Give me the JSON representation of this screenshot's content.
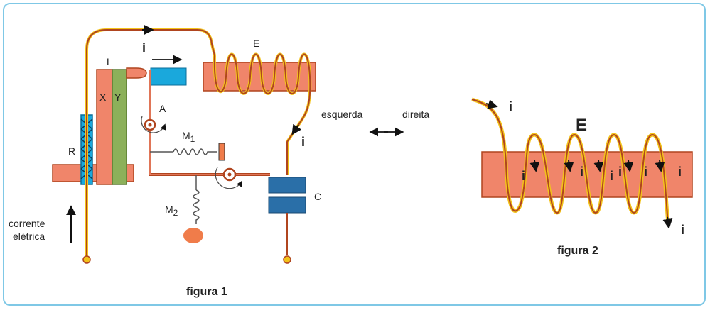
{
  "colors": {
    "frame": "#7fc8e6",
    "wire": "#b0451f",
    "wire_glow": "#f2c21a",
    "bar": "#f0856a",
    "bar_stroke": "#b0451f",
    "green": "#8cb05a",
    "blue": "#1aa8dc",
    "capacitor": "#2a6fa8",
    "weight": "#f07c4a"
  },
  "figure1": {
    "caption": "figura 1",
    "label_R": "R",
    "label_L": "L",
    "label_X": "X",
    "label_Y": "Y",
    "label_E": "E",
    "label_A": "A",
    "label_M1": "M",
    "label_M1_sub": "1",
    "label_M2": "M",
    "label_M2_sub": "2",
    "label_C": "C",
    "label_i_top": "i",
    "label_i_right": "i",
    "current_line1": "corrente",
    "current_line2": "elétrica"
  },
  "direction": {
    "left": "esquerda",
    "right": "direita"
  },
  "figure2": {
    "caption": "figura 2",
    "label_E": "E",
    "label_i_top": "i",
    "label_i_bottom": "i",
    "inner_i": [
      "i",
      "i",
      "i",
      "i",
      "i",
      "i"
    ]
  }
}
